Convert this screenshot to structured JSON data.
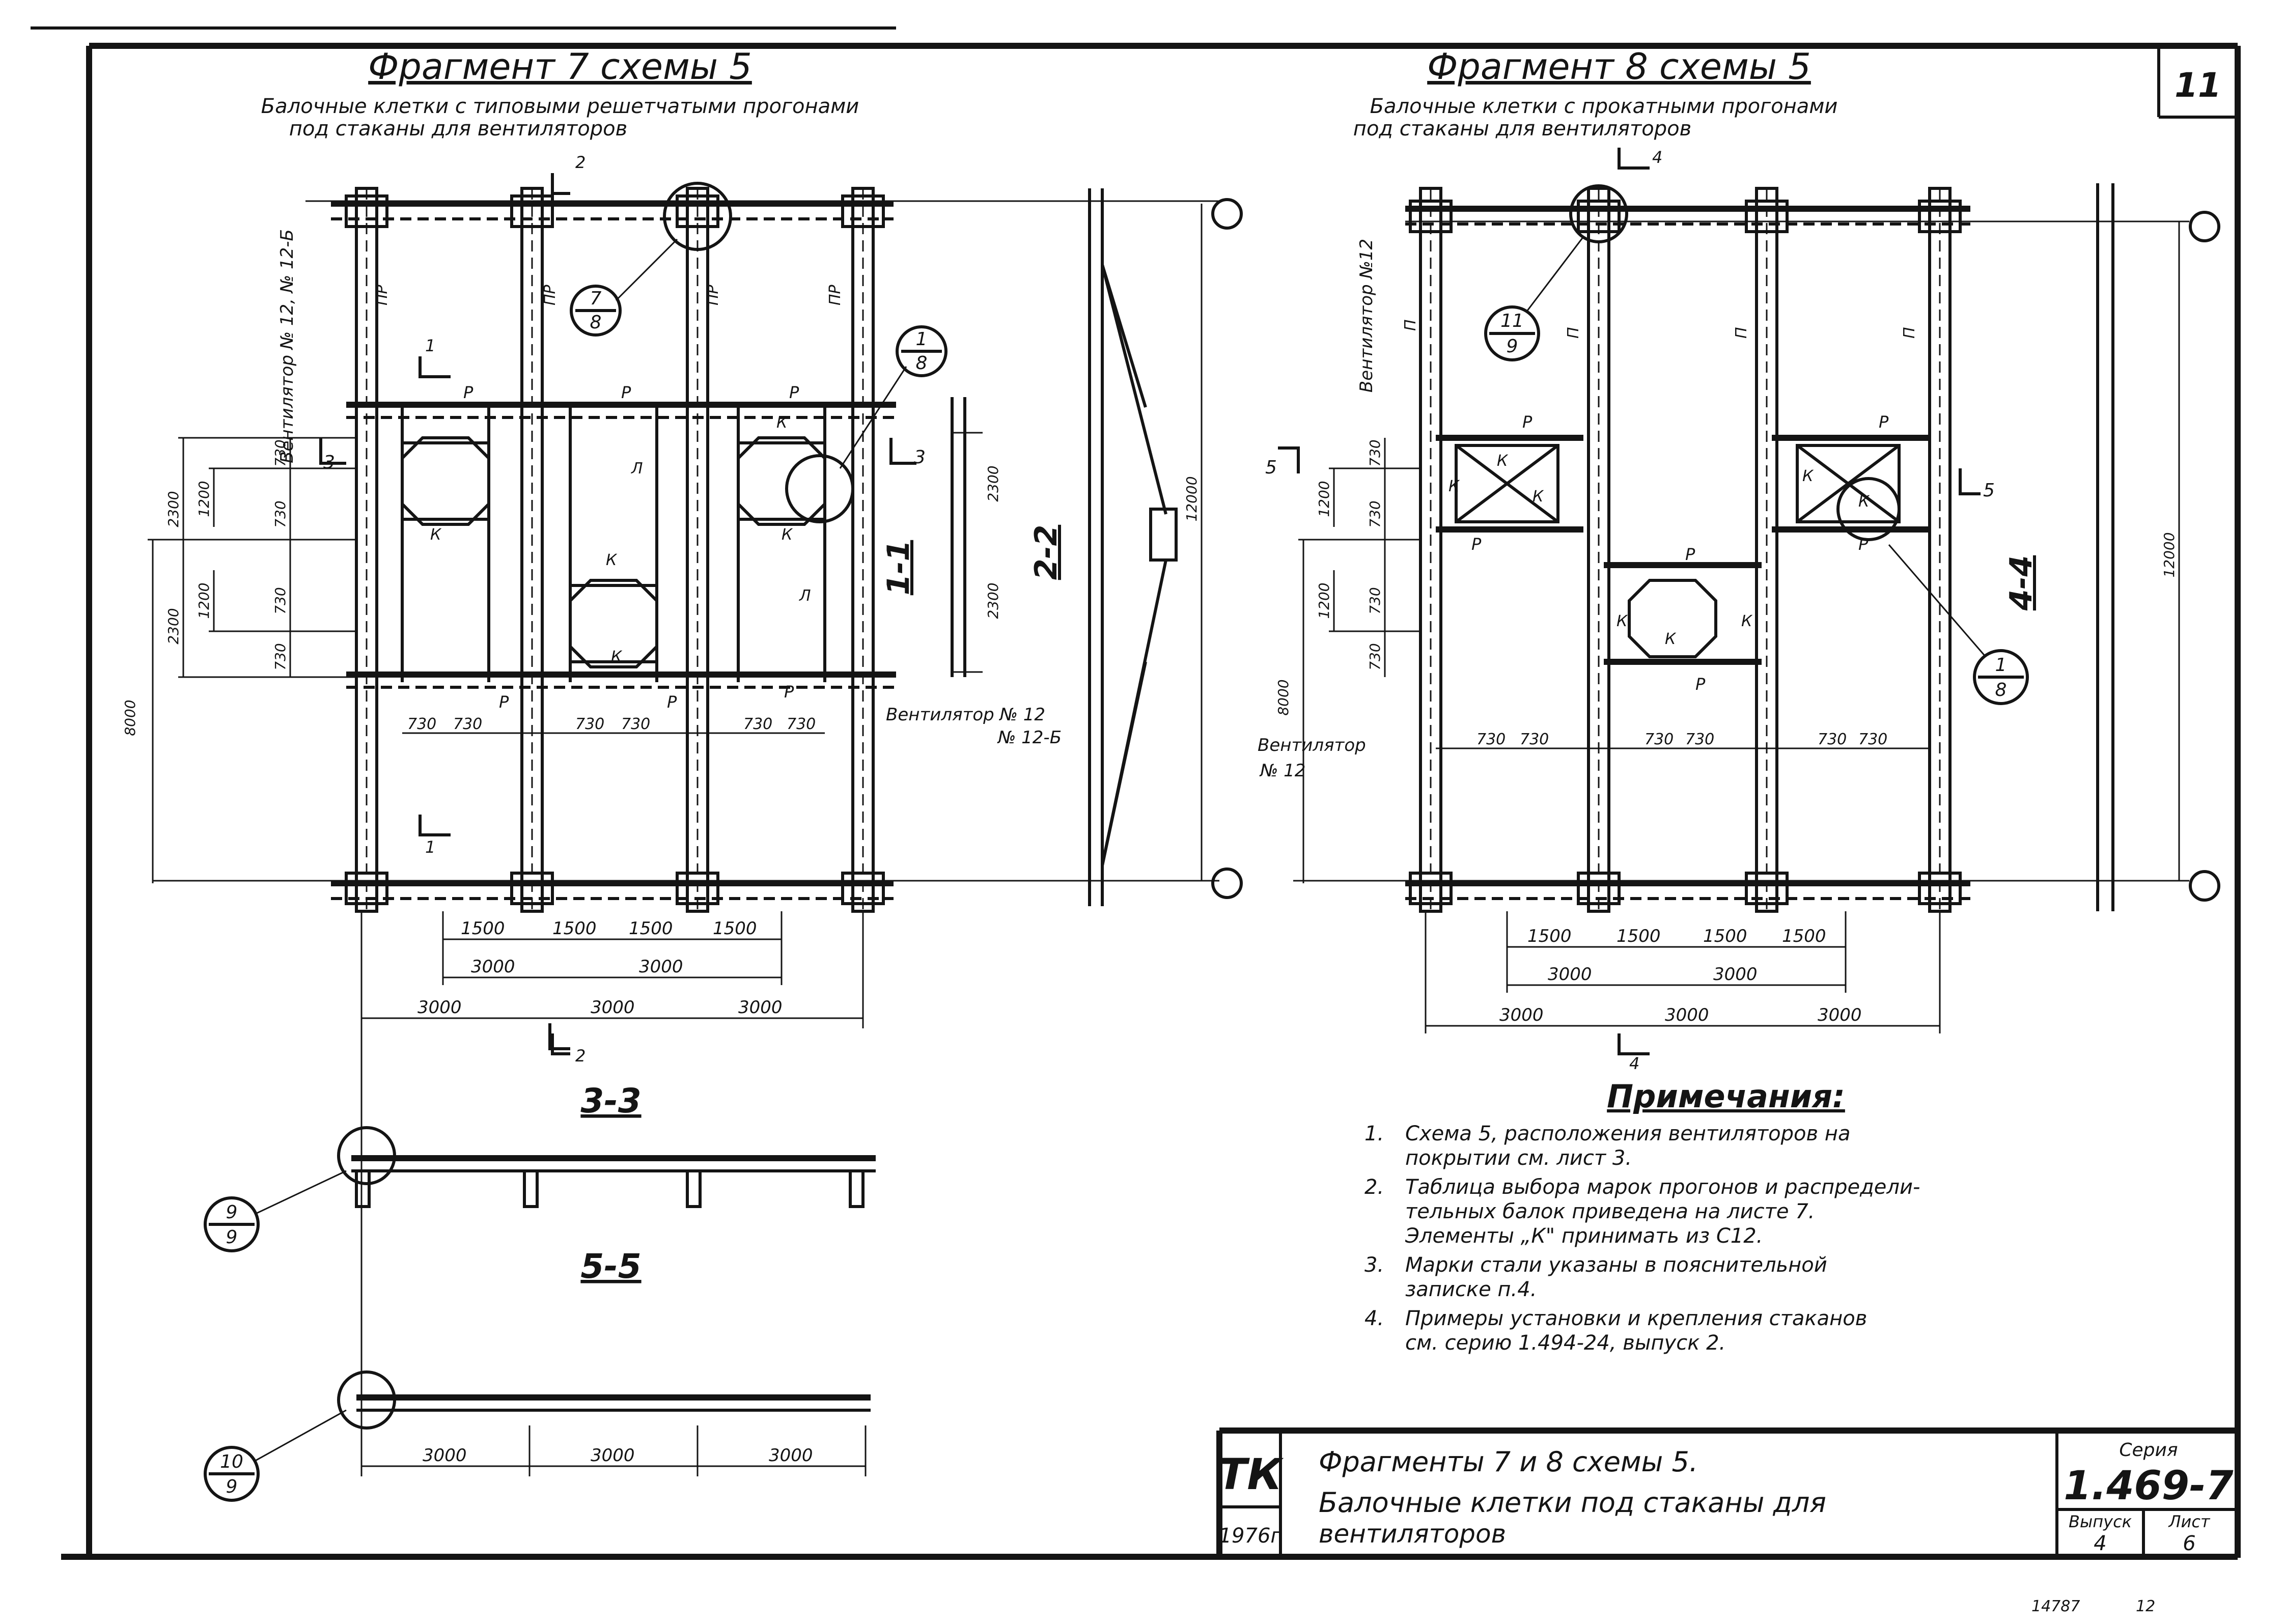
{
  "sheet": {
    "number": "11",
    "bottom_code": "14787",
    "bottom_mark": "12"
  },
  "frag7": {
    "title": "Фрагмент 7 схемы 5",
    "subtitle1": "Балочные клетки с типовыми решетчатыми прогонами",
    "subtitle2": "под стаканы для вентиляторов",
    "vent_vertical": "Вентилятор № 12, № 12-Б",
    "vent_right1": "Вентилятор № 12",
    "vent_right2": "№ 12-Б",
    "purlin_label": "ПР",
    "p": "Р",
    "k": "К",
    "l": "Л",
    "callouts": [
      {
        "top": "7",
        "bottom": "8"
      },
      {
        "top": "1",
        "bottom": "8"
      }
    ],
    "dims_left": [
      "2300",
      "2300",
      "1200",
      "1200",
      "730",
      "730",
      "730",
      "730"
    ],
    "dim_8000": "8000",
    "dims_730": [
      "730",
      "730",
      "730",
      "730",
      "730",
      "730"
    ],
    "dims_1500": [
      "1500",
      "1500",
      "1500",
      "1500"
    ],
    "dims_3000a": [
      "3000",
      "3000"
    ],
    "dims_3000b": [
      "3000",
      "3000",
      "3000"
    ],
    "sec1": "1",
    "sec2": "2",
    "sec3": "3",
    "sec11": "1-1",
    "sec22": "2-2",
    "dims_2300": [
      "2300",
      "2300"
    ],
    "dim_12000": "12000"
  },
  "frag8": {
    "title": "Фрагмент 8 схемы 5",
    "subtitle1": "Балочные клетки с прокатными прогонами",
    "subtitle2": "под стаканы для вентиляторов",
    "vent_vertical": "Вентилятор №12",
    "vent_left1": "Вентилятор",
    "vent_left2": "№ 12",
    "purlin_label": "П",
    "p": "Р",
    "k": "К",
    "callouts": [
      {
        "top": "11",
        "bottom": "9"
      },
      {
        "top": "1",
        "bottom": "8"
      }
    ],
    "dims_left": [
      "1200",
      "1200",
      "730",
      "730",
      "730",
      "730"
    ],
    "dim_8000": "8000",
    "dims_730": [
      "730",
      "730",
      "730",
      "730",
      "730",
      "730"
    ],
    "dims_1500": [
      "1500",
      "1500",
      "1500",
      "1500"
    ],
    "dims_3000a": [
      "3000",
      "3000"
    ],
    "dims_3000b": [
      "3000",
      "3000",
      "3000"
    ],
    "sec4": "4",
    "sec5": "5",
    "sec44": "4-4",
    "dim_12000": "12000"
  },
  "sections": {
    "s33": "3-3",
    "s55": "5-5",
    "callout_9": {
      "top": "9",
      "bottom": "9"
    },
    "callout_10": {
      "top": "10",
      "bottom": "9"
    },
    "dims_55": [
      "3000",
      "3000",
      "3000"
    ]
  },
  "notes": {
    "title": "Примечания:",
    "items": [
      {
        "num": "1.",
        "lines": [
          "Схема 5, расположения вентиляторов на",
          "покрытии см. лист 3."
        ]
      },
      {
        "num": "2.",
        "lines": [
          "Таблица выбора марок прогонов и распредели-",
          "тельных балок приведена на листе 7.",
          "Элементы „К\" принимать из С12."
        ]
      },
      {
        "num": "3.",
        "lines": [
          "Марки стали указаны в пояснительной",
          "записке п.4."
        ]
      },
      {
        "num": "4.",
        "lines": [
          "Примеры установки и крепления стаканов",
          "см. серию 1.494-24, выпуск 2."
        ]
      }
    ]
  },
  "titleblock": {
    "logo": "ТК",
    "year": "1976г",
    "title1": "Фрагменты 7 и 8 схемы 5.",
    "title2": "Балочные клетки под стаканы для",
    "title3": "вентиляторов",
    "seria_label": "Серия",
    "seria": "1.469-7",
    "vypusk_label": "Выпуск",
    "vypusk": "4",
    "list_label": "Лист",
    "list": "6"
  }
}
